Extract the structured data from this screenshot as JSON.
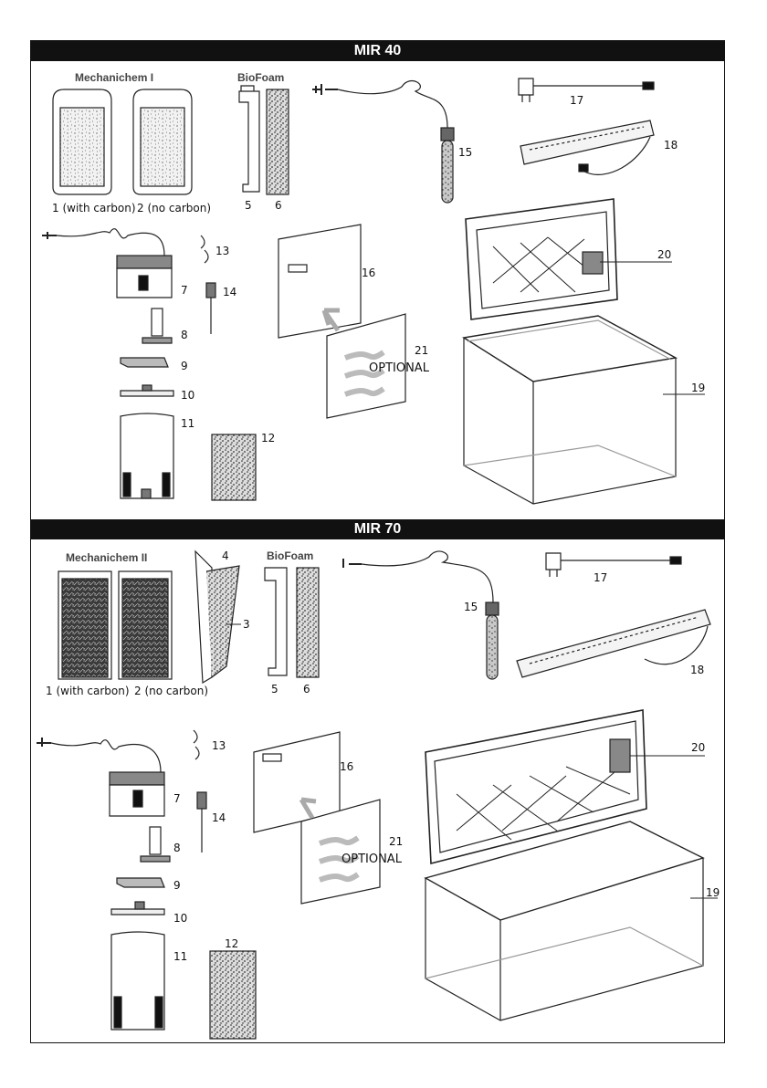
{
  "sections": [
    {
      "title": "MIR 40",
      "mechanichem_header": "Mechanichem I",
      "biofoam_header": "BioFoam",
      "cartridge1_label": "1 (with carbon)",
      "cartridge2_label": "2 (no carbon)",
      "optional_label": "OPTIONAL",
      "callouts": {
        "c5": "5",
        "c6": "6",
        "c7": "7",
        "c8": "8",
        "c9": "9",
        "c10": "10",
        "c11": "11",
        "c12": "12",
        "c13": "13",
        "c14": "14",
        "c15": "15",
        "c16": "16",
        "c17": "17",
        "c18": "18",
        "c19": "19",
        "c20": "20",
        "c21": "21"
      }
    },
    {
      "title": "MIR 70",
      "mechanichem_header": "Mechanichem II",
      "biofoam_header": "BioFoam",
      "cartridge1_label": "1 (with carbon)",
      "cartridge2_label": "2 (no carbon)",
      "optional_label": "OPTIONAL",
      "callouts": {
        "c3": "3",
        "c4": "4",
        "c5": "5",
        "c6": "6",
        "c7": "7",
        "c8": "8",
        "c9": "9",
        "c10": "10",
        "c11": "11",
        "c12": "12",
        "c13": "13",
        "c14": "14",
        "c15": "15",
        "c16": "16",
        "c17": "17",
        "c18": "18",
        "c19": "19",
        "c20": "20",
        "c21": "21"
      }
    }
  ]
}
